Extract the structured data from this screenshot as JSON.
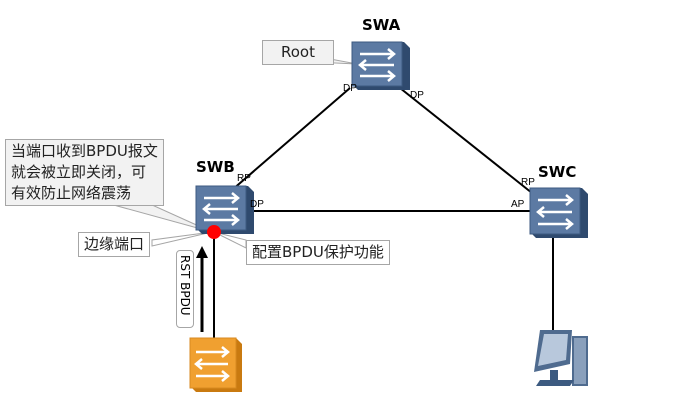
{
  "switches": {
    "swa": {
      "name": "SWA",
      "role_label": "Root",
      "ports": {
        "left": "DP",
        "right": "DP"
      }
    },
    "swb": {
      "name": "SWB",
      "ports": {
        "up": "RP",
        "right": "DP"
      }
    },
    "swc": {
      "name": "SWC",
      "ports": {
        "up": "RP",
        "left": "AP"
      }
    }
  },
  "callouts": {
    "bpdu_note": "当端口收到BPDU报文\n就会被立即关闭，可\n有效防止网络震荡",
    "edge_port": "边缘端口",
    "bpdu_protect": "配置BPDU保护功能"
  },
  "arrow_label": "RST BPDU",
  "colors": {
    "switch_blue": "#4f6b8f",
    "switch_orange": "#f0a030",
    "edge_port_dot": "#ff0000",
    "callout_fill": "#f2f2f2",
    "callout_border": "#a6a6a6"
  }
}
